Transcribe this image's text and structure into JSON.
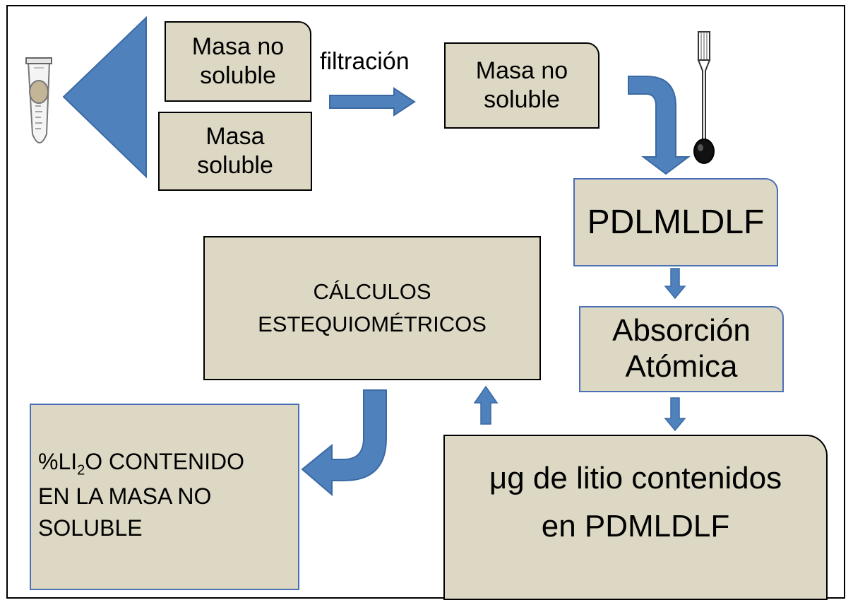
{
  "diagram": {
    "filter_label": "filtración",
    "boxes": {
      "masa_no_soluble_1": "Masa no\nsoluble",
      "masa_soluble": "Masa\nsoluble",
      "masa_no_soluble_2": "Masa no\nsoluble",
      "pdlmldlf": "PDLMLDLF",
      "calculos": "CÁLCULOS\nESTEQUIOMÉTRICOS",
      "absorcion": "Absorción\nAtómica",
      "li2o": {
        "line1_prefix": "%LI",
        "subscript": "2",
        "line1_suffix": "O CONTENIDO",
        "line2": "EN LA MASA NO",
        "line3": "SOLUBLE"
      },
      "microgramos": "μg de litio contenidos\nen PDMLDLF"
    },
    "colors": {
      "box_fill": "#ddd8c4",
      "arrow_blue": "#4f81bd",
      "blue_border": "#4a6fb5"
    },
    "icons": [
      "test-tube-icon",
      "spatula-icon"
    ]
  }
}
